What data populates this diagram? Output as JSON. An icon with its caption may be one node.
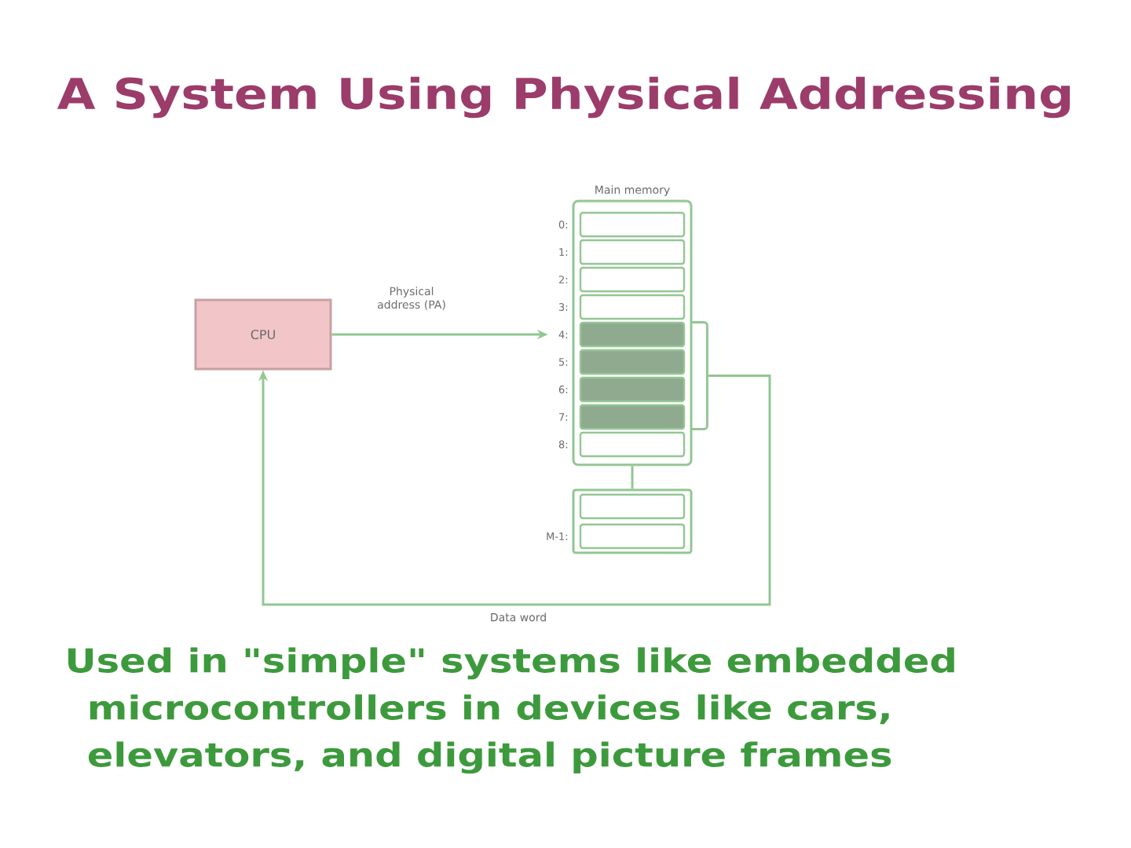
{
  "diagram": {
    "title": "A System Using Physical Addressing",
    "caption": "Used in \"simple\" systems like embedded microcontrollers in devices like cars, elevators, and digital picture frames",
    "nodes": [
      {
        "text": [
          "CPU"
        ]
      },
      {
        "text": [
          "Main memory"
        ]
      },
      {
        "text": [],
        "shape": "box",
        "in": 1,
        "beside": [
          "0:"
        ]
      },
      {
        "text": [],
        "shape": "box",
        "in": 1,
        "beside": [
          "1:"
        ]
      },
      {
        "text": [],
        "shape": "box",
        "in": 1,
        "beside": [
          "2:"
        ]
      },
      {
        "text": [],
        "shape": "box",
        "in": 1,
        "beside": [
          "3:"
        ]
      },
      {
        "text": [],
        "shape": "box",
        "in": 1,
        "beside": [
          "4:"
        ]
      },
      {
        "text": [],
        "shape": "box",
        "in": 1,
        "beside": [
          "5:"
        ]
      },
      {
        "text": [],
        "shape": "box",
        "in": 1,
        "beside": [
          "6:"
        ]
      },
      {
        "text": [],
        "shape": "box",
        "in": 1,
        "beside": [
          "7:"
        ]
      },
      {
        "text": [],
        "shape": "box",
        "in": 1,
        "beside": [
          "8:"
        ]
      },
      {
        "text": [],
        "shape": "bracket"
      },
      {
        "text": [],
        "shape": "box"
      },
      {
        "text": [],
        "shape": "box",
        "in": 12
      },
      {
        "text": [],
        "shape": "box",
        "in": 12,
        "beside": [
          "M-1:"
        ]
      }
    ],
    "edges": [
      {
        "from": 0,
        "to": 6,
        "arrow": "to",
        "label": "Physical address (PA)"
      },
      {
        "from": 11,
        "to": 0,
        "arrow": "to",
        "label": "Data word"
      },
      {
        "from": 1,
        "to": 12,
        "arrow": "none"
      }
    ]
  }
}
